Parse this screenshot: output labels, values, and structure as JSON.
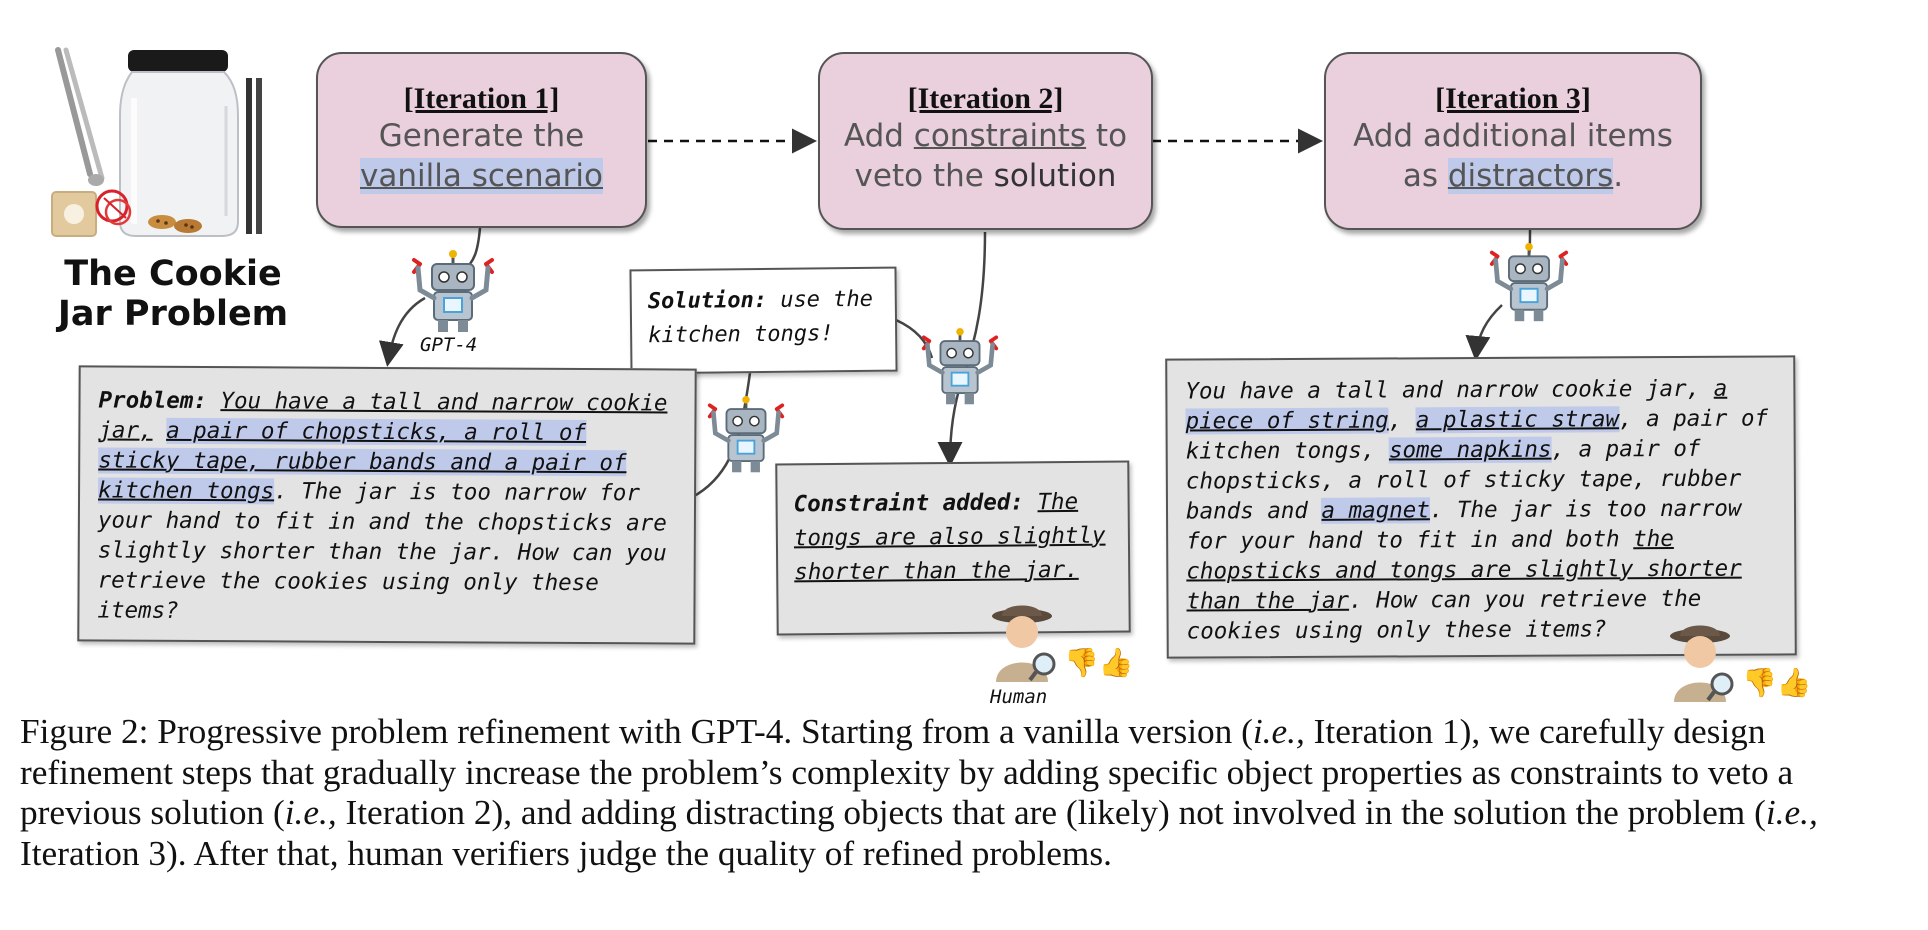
{
  "jar_title_line1": "The Cookie",
  "jar_title_line2": "Jar Problem",
  "iter1": {
    "title": "[Iteration 1]",
    "line1": "Generate the",
    "line2_hl": "vanilla scenario"
  },
  "iter2": {
    "title": "[Iteration 2]",
    "line1_a": "Add ",
    "line1_b": "constraints",
    "line1_c": " to",
    "line2_a": "veto the ",
    "line2_b": "solution"
  },
  "iter3": {
    "title": "[Iteration 3]",
    "line1": "Add additional items",
    "line2_a": "as ",
    "line2_b": "distractors",
    "line2_c": "."
  },
  "gpt4_label": "GPT-4",
  "human_label": "Human",
  "solution": {
    "label": "Solution:",
    "text1": " use the",
    "text2": "kitchen tongs!"
  },
  "problem": {
    "label": "Problem:",
    "u1": "You have a tall and narrow cookie",
    "u2": "jar,",
    "h1": "a pair of chopsticks, a roll of",
    "h2": "sticky tape, rubber bands and a pair of",
    "h3": "kitchen tongs",
    "t1": ". The jar is too narrow for",
    "t2": "your hand to fit in and the chopsticks are",
    "t3": "slightly shorter than the jar. How can you",
    "t4": "retrieve the cookies using only these",
    "t5": "items?"
  },
  "constraint": {
    "label": "Constraint added:",
    "u1": "The",
    "u2": "tongs are also slightly",
    "u3": "shorter than the jar."
  },
  "iter3_text": {
    "a1": "You have a tall and narrow cookie jar, ",
    "h1": "a",
    "h2": "piece of string",
    "c1": ", ",
    "h3": "a plastic straw",
    "a2": ", a pair of",
    "a3": "kitchen tongs, ",
    "h4": "some napkins",
    "a4": ", a pair of",
    "a5": "chopsticks, a roll of sticky tape, rubber",
    "a6": "bands and ",
    "h5": "a magnet",
    "a7": ". The jar is too narrow",
    "a8": "for your hand to fit in and both ",
    "u1": "the",
    "u2": "chopsticks and tongs are slightly shorter",
    "u3": "than the jar",
    "a9": ". How can you retrieve the",
    "a10": "cookies using only these items?"
  },
  "caption": {
    "p1": "Figure 2: Progressive problem refinement with GPT-4. Starting from a vanilla version (",
    "ie1": "i.e.,",
    "p2": " Iteration 1), we carefully design refinement steps that gradually increase the problem’s complexity by adding specific object properties as constraints to veto a previous solution (",
    "ie2": "i.e.,",
    "p3": " Iteration 2), and adding distracting objects that are (likely) not involved in the solution the problem (",
    "ie3": "i.e.,",
    "p4": " Iteration 3). After that, human verifiers judge the quality of refined problems."
  },
  "colors": {
    "iteration_box": "#ead0dc",
    "highlight": "#bfc9ea",
    "text_box": "#e3e3e3"
  },
  "icons": [
    "tongs-icon",
    "cookie-jar-icon",
    "chopsticks-icon",
    "tape-icon",
    "rubber-band-icon",
    "robot-icon",
    "detective-icon",
    "thumbs-down-icon",
    "thumbs-up-icon"
  ]
}
